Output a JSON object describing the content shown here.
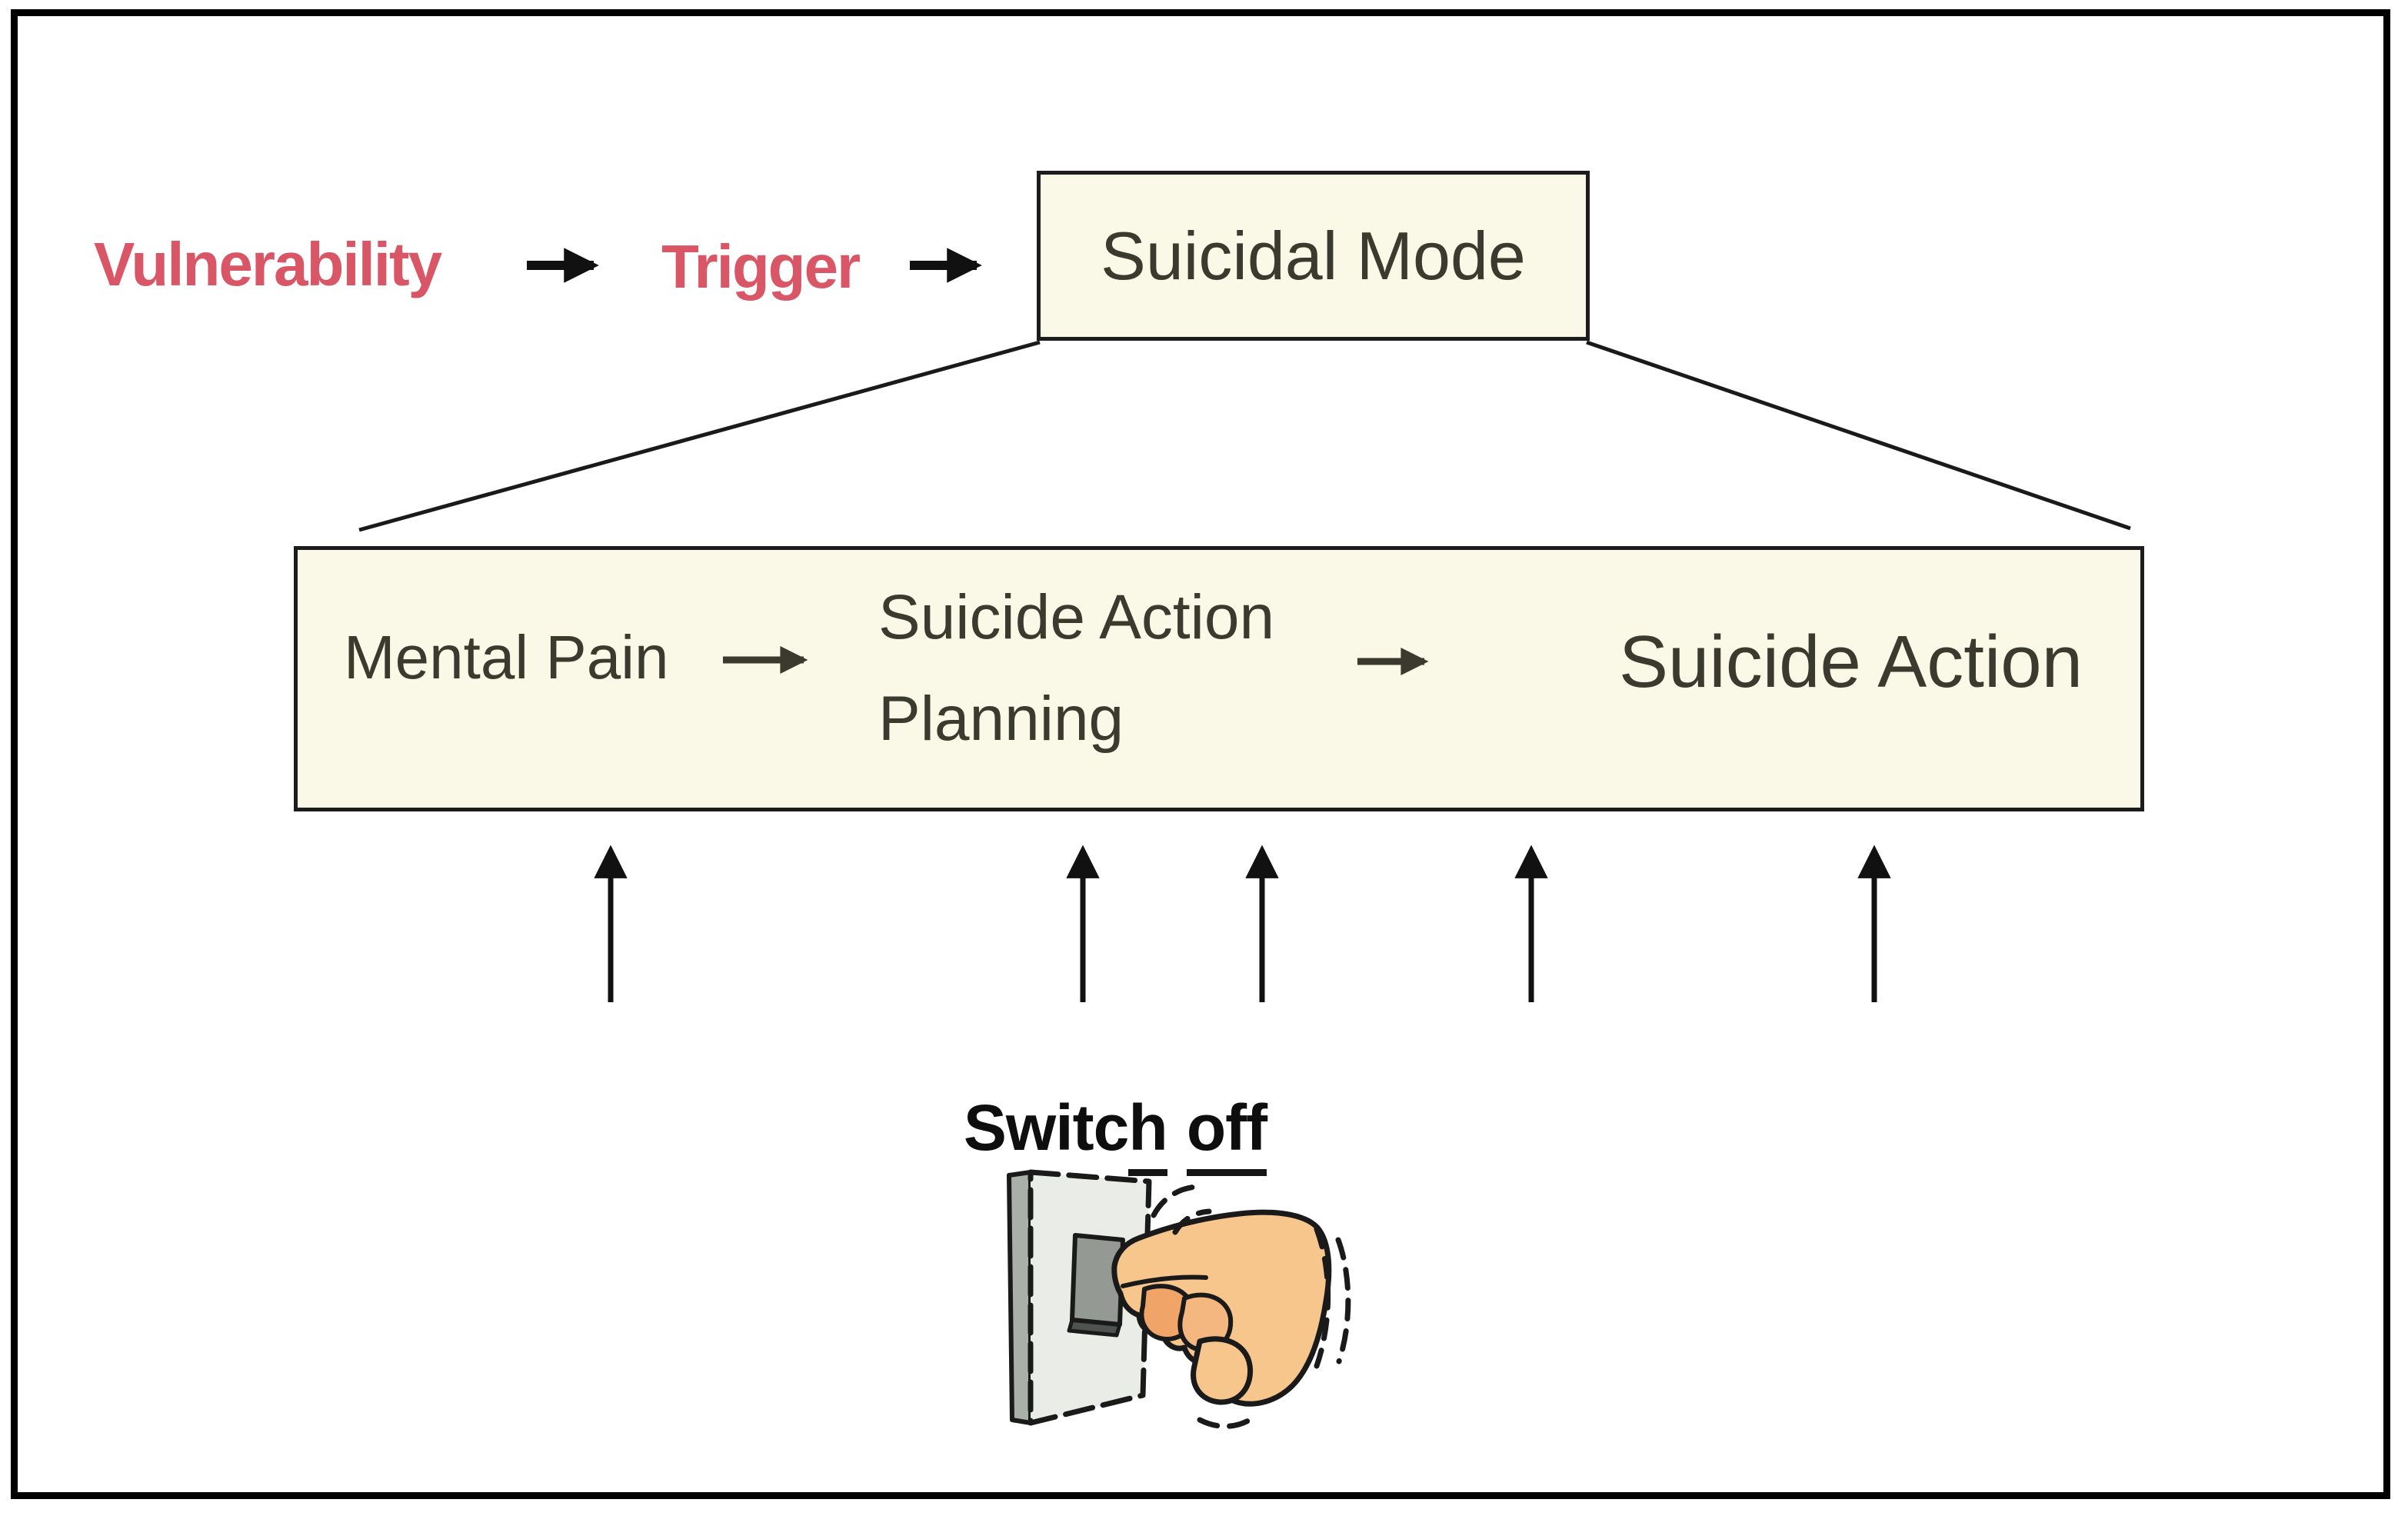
{
  "top_row": {
    "vulnerability_label": "Vulnerability",
    "trigger_label": "Trigger",
    "suicidal_mode_label": "Suicidal Mode"
  },
  "process_box": {
    "mental_pain_label": "Mental Pain",
    "planning_label_line1": "Suicide Action",
    "planning_label_line2": "Planning",
    "suicide_action_label": "Suicide Action"
  },
  "switch": {
    "label_part1": "Switc",
    "label_part2_underlined": "h",
    "label_part3_underlined": "off"
  },
  "icons": {
    "switch_illustration": "hand-pressing-light-switch-icon"
  },
  "colors": {
    "accent_pink": "#D95667",
    "box_fill": "#FAF9E7",
    "box_border": "#1C1C1C",
    "box_text": "#3B3A2E",
    "arrow_black": "#111111",
    "inner_arrow_olive": "#3B3A2E",
    "diagonal_line": "#1A1A1A",
    "frame_black": "#000000",
    "hand_skin": "#F6C68C",
    "finger_shade_dark": "#F0A468",
    "finger_shade_light": "#F4B77F",
    "plate_face": "#EAEDE7",
    "plate_side": "#ABAFA9",
    "button_face": "#949994",
    "button_shadow": "#4F534F"
  }
}
